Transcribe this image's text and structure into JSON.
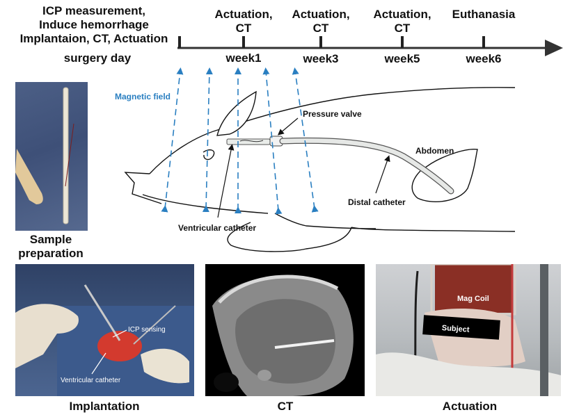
{
  "timeline": {
    "events": [
      {
        "top": [
          "ICP measurement,",
          "Induce hemorrhage",
          "Implantaion, CT, Actuation"
        ],
        "bottom": "surgery day"
      },
      {
        "top": [
          "Actuation,",
          "CT"
        ],
        "bottom": "week1"
      },
      {
        "top": [
          "Actuation,",
          "CT"
        ],
        "bottom": "week3"
      },
      {
        "top": [
          "Actuation,",
          "CT"
        ],
        "bottom": "week5"
      },
      {
        "top": [
          "Euthanasia"
        ],
        "bottom": "week6"
      }
    ]
  },
  "diagram": {
    "magnetic_field_label": "Magnetic field",
    "pressure_valve_label": "Pressure valve",
    "abdomen_label": "Abdomen",
    "distal_catheter_label": "Distal catheter",
    "ventricular_catheter_label": "Ventricular catheter",
    "field_color": "#2a7fc1"
  },
  "panels": {
    "sample": {
      "caption": [
        "Sample",
        "preparation"
      ]
    },
    "implantation": {
      "caption": "Implantation",
      "labels": {
        "icp": "ICP sensing",
        "vc": "Ventricular catheter"
      }
    },
    "ct": {
      "caption": "CT"
    },
    "actuation": {
      "caption": "Actuation",
      "labels": {
        "coil": "Mag Coil",
        "subject": "Subject"
      }
    }
  }
}
